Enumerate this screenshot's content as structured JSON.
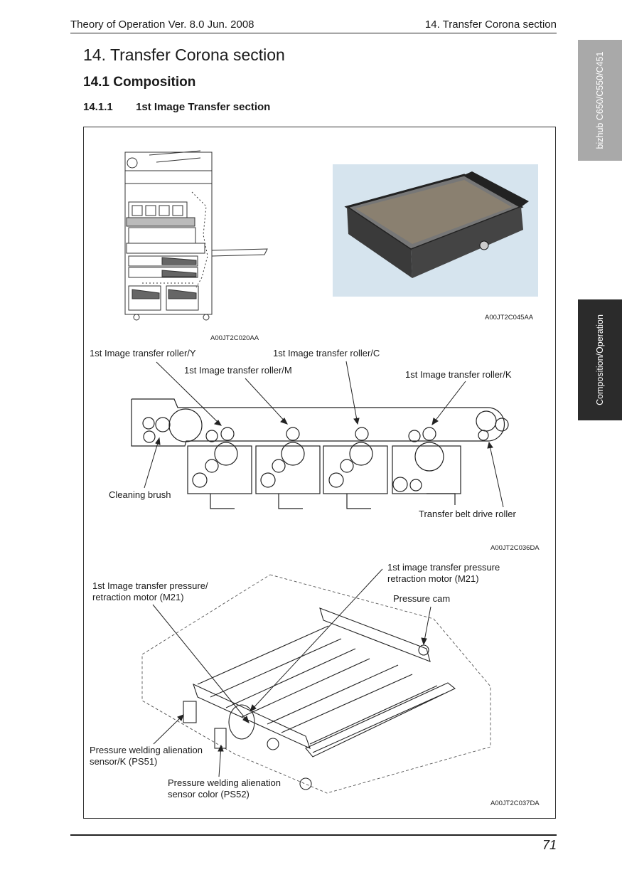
{
  "header": {
    "left": "Theory of Operation Ver. 8.0 Jun. 2008",
    "right": "14. Transfer Corona section"
  },
  "side_tabs": {
    "model": "bizhub C650/C550/C451",
    "section": "Composition/Operation"
  },
  "headings": {
    "h1": "14.  Transfer Corona section",
    "h2": "14.1   Composition",
    "h3_number": "14.1.1",
    "h3_title": "1st Image Transfer section"
  },
  "figures": {
    "machine_code": "A00JT2C020AA",
    "unit_photo_code": "A00JT2C045AA",
    "cross_section_code": "A00JT2C036DA",
    "perspective_code": "A00JT2C037DA"
  },
  "labels": {
    "roller_y": "1st Image transfer roller/Y",
    "roller_c": "1st Image transfer roller/C",
    "roller_m": "1st Image transfer roller/M",
    "roller_k": "1st Image transfer roller/K",
    "cleaning_brush": "Cleaning brush",
    "drive_roller": "Transfer belt drive roller",
    "motor_right_1": "1st image transfer pressure",
    "motor_right_2": "retraction motor (M21)",
    "motor_left_1": "1st Image transfer pressure/",
    "motor_left_2": "retraction motor (M21)",
    "pressure_cam": "Pressure cam",
    "sensor_k_1": "Pressure welding alienation",
    "sensor_k_2": "sensor/K (PS51)",
    "sensor_color_1": "Pressure welding alienation",
    "sensor_color_2": "sensor color (PS52)"
  },
  "footer": {
    "page": "71"
  }
}
